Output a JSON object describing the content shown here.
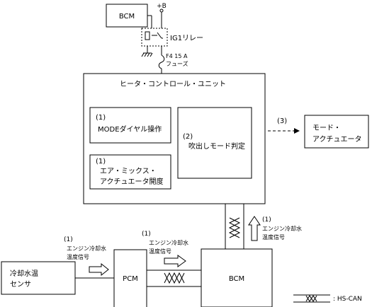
{
  "bcm_top": "BCM",
  "plus_b": "+B",
  "ig1_relay": "IG1リレー",
  "fuse_line1": "F4 15 A",
  "fuse_line2": "フューズ",
  "hcu": {
    "title": "ヒータ・コントロール・ユニット",
    "mode_dial": {
      "num": "(1)",
      "label": "MODEダイヤル操作"
    },
    "air_mix": {
      "num": "(1)",
      "line1": "エア・ミックス・",
      "line2": "アクチュエータ開度"
    },
    "blow_mode": {
      "num": "(2)",
      "label": "吹出しモード判定"
    }
  },
  "output_num": "(3)",
  "mode_actuator": {
    "line1": "モード・",
    "line2": "アクチュエータ"
  },
  "signal_right": {
    "num": "(1)",
    "line1": "エンジン冷却水",
    "line2": "温度信号"
  },
  "signal_left": {
    "num": "(1)",
    "line1": "エンジン冷却水",
    "line2": "温度信号"
  },
  "signal_mid": {
    "num": "(1)",
    "line1": "エンジン冷却水",
    "line2": "温度信号"
  },
  "sensor": {
    "line1": "冷却水温",
    "line2": "センサ"
  },
  "pcm": "PCM",
  "bcm_bottom": "BCM",
  "legend": ": HS-CAN"
}
